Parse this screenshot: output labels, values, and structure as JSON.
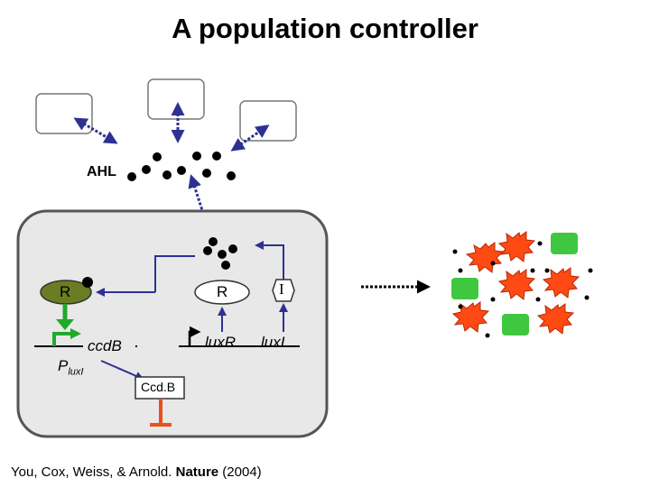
{
  "title": "A population controller",
  "labels": {
    "ahl": "AHL",
    "r_left": "R",
    "r_right": "R",
    "i_protein": "I",
    "ccdb_gene": "ccdB",
    "promoter_p": "P",
    "promoter_sub": "luxI",
    "luxr_gene": "luxR",
    "luxi_gene": "luxI",
    "ccdb_protein": "Ccd.B"
  },
  "citation": {
    "authors": "You, Cox, Weiss, & Arnold.",
    "journal": "Nature",
    "year": "(2004)"
  },
  "colors": {
    "arrow_blue": "#2e3192",
    "cell_outline": "#555555",
    "cell_fill": "#e8e8e8",
    "r_protein": "#6b7d22",
    "green_arrow": "#22a82a",
    "inhibit_orange": "#e8501c",
    "dead_cell": "#ff4a14",
    "live_cell": "#3fc83f"
  }
}
